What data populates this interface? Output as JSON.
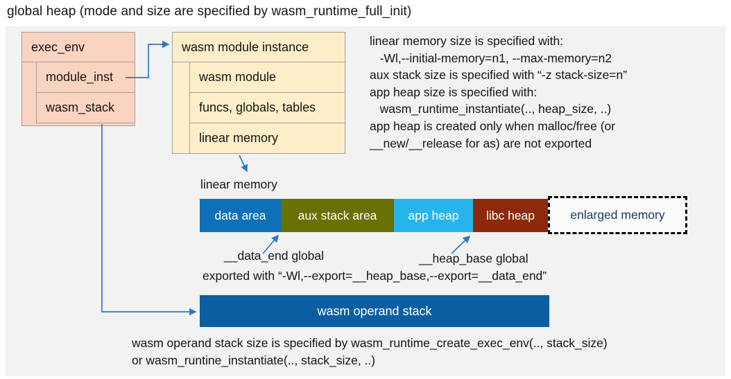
{
  "title": "global heap (mode and size are specified by wasm_runtime_full_init)",
  "exec_env": {
    "header": "exec_env",
    "rows": [
      {
        "label": "module_inst"
      },
      {
        "label": "wasm_stack"
      }
    ]
  },
  "module_instance": {
    "header": "wasm module instance",
    "rows": [
      {
        "label": "wasm module"
      },
      {
        "label": "funcs, globals, tables"
      },
      {
        "label": "linear memory"
      }
    ]
  },
  "notes": {
    "right_block": "linear memory size is specified with:\n   -Wl,--initial-memory=n1, --max-memory=n2\naux stack size is specified with “-z stack-size=n”\napp heap size is specified with:\n   wasm_runtime_instantiate(.., heap_size, ..)\napp heap is created only when malloc/free (or\n__new/__release for as) are not exported",
    "operand_stack_note": "wasm operand stack size is specified by wasm_runtime_create_exec_env(.., stack_size)\nor wasm_runtine_instantiate(.., stack_size, ..)"
  },
  "linear_memory": {
    "caption": "linear memory",
    "segments": [
      {
        "label": "data area",
        "color": "#0e70b8"
      },
      {
        "label": "aux stack area",
        "color": "#697004"
      },
      {
        "label": "app heap",
        "color": "#27b4ea"
      },
      {
        "label": "libc heap",
        "color": "#8c2a0b"
      },
      {
        "label": "enlarged memory",
        "color": "#fbfbfb",
        "text_color": "#1f3864",
        "style": "dashed"
      }
    ]
  },
  "annotations": {
    "data_end": "__data_end global",
    "heap_base": "__heap_base global",
    "export_note": "exported with “-Wl,--export=__heap_base,--export=__data_end”"
  },
  "operand_stack": {
    "label": "wasm operand stack",
    "color": "#0b5ea2"
  },
  "colors": {
    "panel_background": "#f2f2f2",
    "exec_env_fill": "#fbd3c1",
    "module_instance_fill": "#fdeec9",
    "box_border": "#a0a0a0",
    "arrow": "#2e78c4"
  }
}
